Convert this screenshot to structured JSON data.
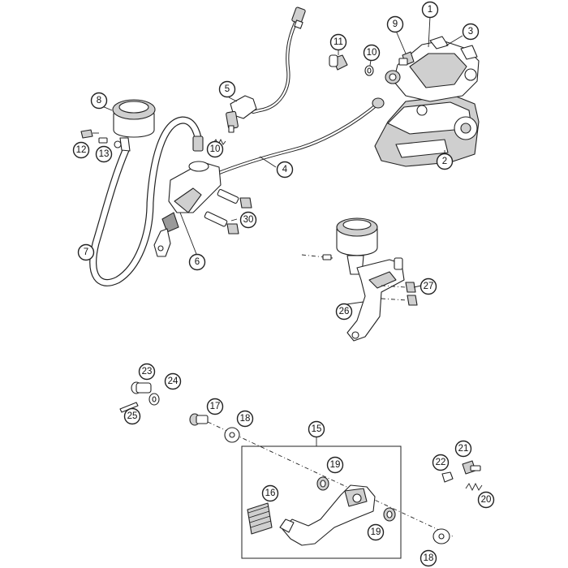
{
  "diagram": {
    "callouts": [
      {
        "id": "c1",
        "label": "1"
      },
      {
        "id": "c2",
        "label": "2"
      },
      {
        "id": "c3",
        "label": "3"
      },
      {
        "id": "c4",
        "label": "4"
      },
      {
        "id": "c5",
        "label": "5"
      },
      {
        "id": "c6",
        "label": "6"
      },
      {
        "id": "c7",
        "label": "7"
      },
      {
        "id": "c8",
        "label": "8"
      },
      {
        "id": "c9",
        "label": "9"
      },
      {
        "id": "c10a",
        "label": "10"
      },
      {
        "id": "c10b",
        "label": "10"
      },
      {
        "id": "c11",
        "label": "11"
      },
      {
        "id": "c12",
        "label": "12"
      },
      {
        "id": "c13",
        "label": "13"
      },
      {
        "id": "c15",
        "label": "15"
      },
      {
        "id": "c16",
        "label": "16"
      },
      {
        "id": "c17",
        "label": "17"
      },
      {
        "id": "c18a",
        "label": "18"
      },
      {
        "id": "c18b",
        "label": "18"
      },
      {
        "id": "c19a",
        "label": "19"
      },
      {
        "id": "c19b",
        "label": "19"
      },
      {
        "id": "c20",
        "label": "20"
      },
      {
        "id": "c21",
        "label": "21"
      },
      {
        "id": "c22",
        "label": "22"
      },
      {
        "id": "c23",
        "label": "23"
      },
      {
        "id": "c24",
        "label": "24"
      },
      {
        "id": "c25",
        "label": "25"
      },
      {
        "id": "c26",
        "label": "26"
      },
      {
        "id": "c27",
        "label": "27"
      },
      {
        "id": "c30",
        "label": "30"
      }
    ]
  }
}
